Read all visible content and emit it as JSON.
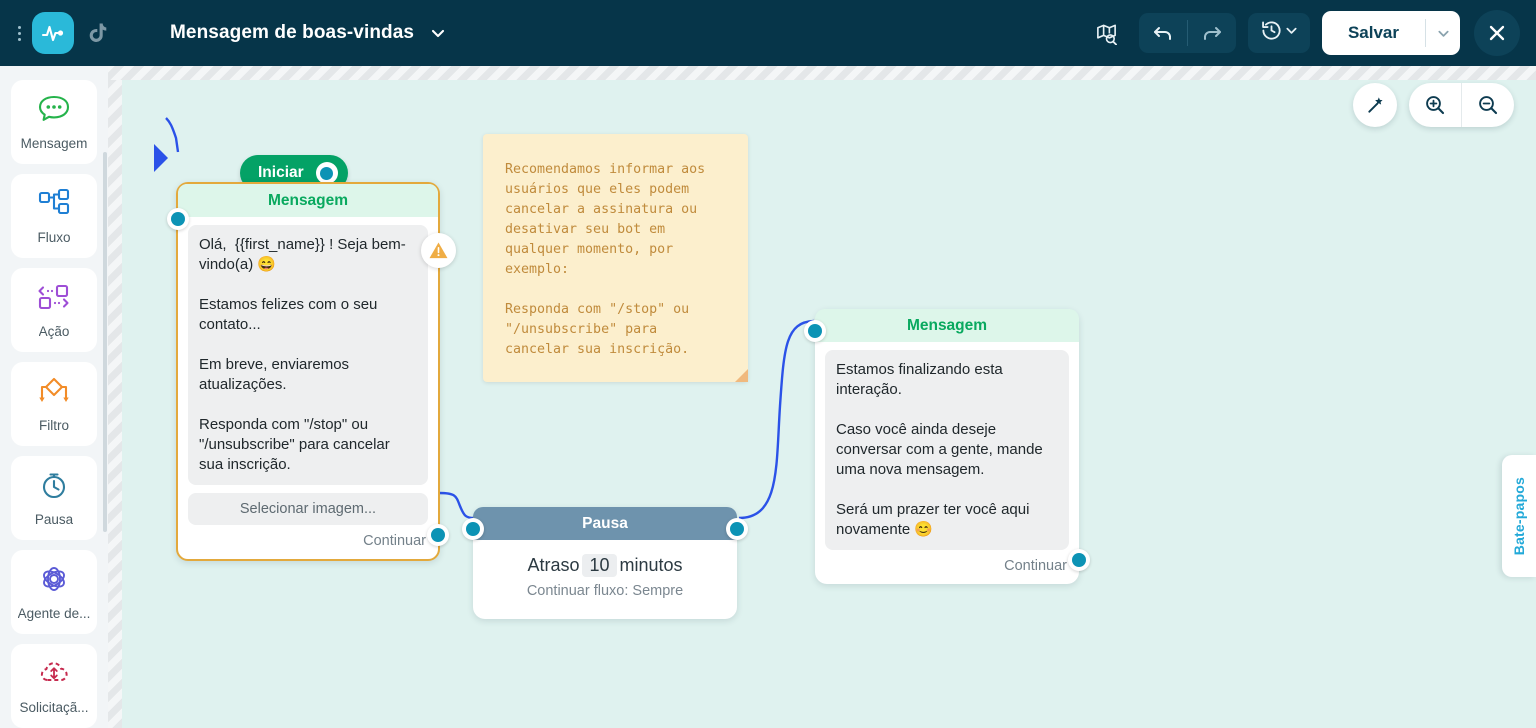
{
  "header": {
    "kebab_icon": "kebab-menu-icon",
    "app_logo_icon": "pulse-logo-icon",
    "channel_icon": "tiktok-icon",
    "flow_name": "Mensagem de boas-vindas",
    "flow_caret_icon": "chevron-down-icon",
    "actions": {
      "map_icon": "flow-map-icon",
      "undo_icon": "undo-arrow-icon",
      "redo_icon": "redo-arrow-icon",
      "history_icon": "history-clock-icon",
      "history_caret_icon": "chevron-down-icon",
      "save_label": "Salvar",
      "save_caret_icon": "chevron-down-icon",
      "close_icon": "close-x-icon"
    }
  },
  "sidebar": {
    "items": [
      {
        "label": "Mensagem",
        "icon": "chat-bubble-icon",
        "color": "#25b34b"
      },
      {
        "label": "Fluxo",
        "icon": "flow-nodes-icon",
        "color": "#1f7fd4"
      },
      {
        "label": "Ação",
        "icon": "action-arrows-icon",
        "color": "#9e4ed6"
      },
      {
        "label": "Filtro",
        "icon": "filter-diamond-icon",
        "color": "#f28c28"
      },
      {
        "label": "Pausa",
        "icon": "stopwatch-icon",
        "color": "#2f7d9e"
      },
      {
        "label": "Agente de...",
        "icon": "ai-agent-atom-icon",
        "color": "#5b5bd6"
      },
      {
        "label": "Solicitaçã...",
        "icon": "cloud-request-icon",
        "color": "#c62a4e"
      }
    ]
  },
  "canvas": {
    "background_color": "#dff2ef",
    "tools": {
      "magic_icon": "magic-wand-icon",
      "zoom_in_icon": "zoom-in-icon",
      "zoom_out_icon": "zoom-out-icon"
    },
    "side_tab_label": "Bate-papos",
    "start": {
      "label": "Iniciar",
      "port_icon": "output-port-icon"
    },
    "nodes": {
      "message1": {
        "title": "Mensagem",
        "text": "Olá,  {{first_name}} ! Seja bem-vindo(a) 😄\n\nEstamos felizes com o seu contato...\n\nEm breve, enviaremos atualizações.\n\nResponda com \"/stop\" ou \"/unsubscribe\" para cancelar sua inscrição.",
        "image_placeholder": "Selecionar imagem...",
        "continue_label": "Continuar",
        "warning_icon": "warning-triangle-icon",
        "border_color": "#e3a93c"
      },
      "sticky": {
        "text": "Recomendamos informar aos usuários que eles podem cancelar a assinatura ou desativar seu bot em qualquer momento, por exemplo:\n\nResponda com \"/stop\" ou \"/unsubscribe\" para cancelar sua inscrição.",
        "background_color": "#fcefcd",
        "text_color": "#c08b3c"
      },
      "pause": {
        "title": "Pausa",
        "delay_prefix": "Atraso",
        "delay_value": "10",
        "delay_unit": "minutos",
        "continue_flow": "Continuar fluxo: Sempre",
        "header_color": "#6e93ad"
      },
      "message2": {
        "title": "Mensagem",
        "text": "Estamos finalizando esta interação.\n\nCaso você ainda deseje conversar com a gente, mande uma nova mensagem.\n\nSerá um prazer ter você aqui novamente 😊",
        "continue_label": "Continuar",
        "header_color": "#ddf6ea",
        "title_color": "#09a95f"
      }
    },
    "edge_color": "#2b52e8",
    "port_color": "#0c93b5"
  }
}
